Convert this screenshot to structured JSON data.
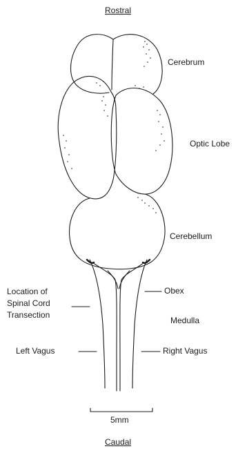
{
  "orientation": {
    "top": "Rostral",
    "bottom": "Caudal"
  },
  "labels": {
    "cerebrum": "Cerebrum",
    "optic_lobe": "Optic Lobe",
    "cerebellum": "Cerebellum",
    "obex": "Obex",
    "medulla": "Medulla",
    "location_of_transection": "Location of\nSpinal Cord\nTransection",
    "left_vagus": "Left Vagus",
    "right_vagus": "Right Vagus"
  },
  "scale_bar": {
    "label": "5mm"
  }
}
